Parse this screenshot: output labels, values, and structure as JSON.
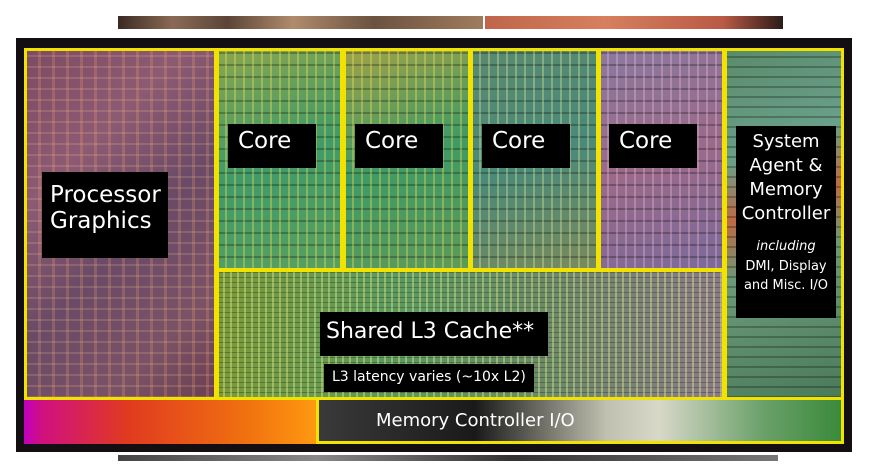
{
  "regions": {
    "processor_graphics": "Processor Graphics",
    "cores": [
      "Core",
      "Core",
      "Core",
      "Core"
    ],
    "system_agent": {
      "title_lines": [
        "System",
        "Agent &",
        "Memory",
        "Controller"
      ],
      "subtitle": "including",
      "detail_lines": [
        "DMI, Display",
        "and Misc. I/O"
      ]
    },
    "l3_cache": {
      "title": "Shared L3 Cache**",
      "note": "L3 latency varies (~10x L2)"
    },
    "memory_controller_io": "Memory Controller I/O"
  },
  "colors": {
    "outline": "#f2e200",
    "label_bg": "#000000",
    "label_text": "#ffffff"
  }
}
